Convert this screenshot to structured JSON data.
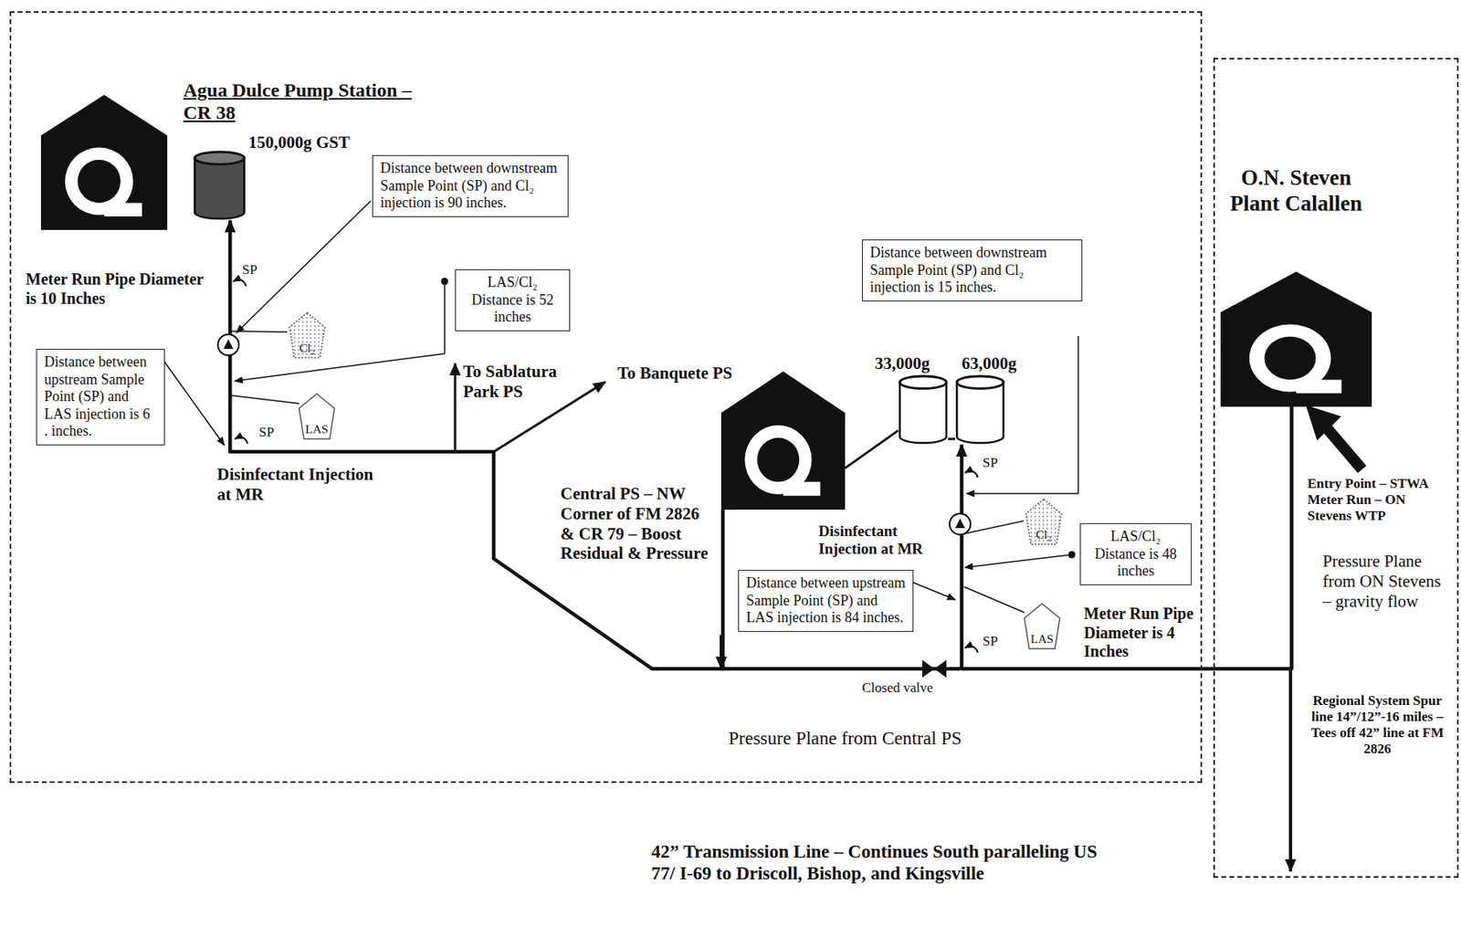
{
  "diagram": {
    "nodes": [
      {
        "text": [
          "Pressure Plane from Central PS"
        ]
      },
      {
        "text": [
          "Agua Dulce Pump Station – CR 38"
        ],
        "in": 0
      },
      {
        "text": [
          "150,000g GST"
        ],
        "in": 0
      },
      {
        "text": [
          "Distance between downstream Sample Point (SP) and Cl₂ injection is 90 inches."
        ],
        "in": 0
      },
      {
        "text": [
          "LAS/Cl₂ Distance is 52 inches"
        ],
        "in": 0
      },
      {
        "text": [
          "Cl₂"
        ],
        "in": 0
      },
      {
        "text": [
          "Distance between upstream Sample Point (SP) and LAS injection is 6 . inches."
        ],
        "in": 0
      },
      {
        "text": [
          "LAS"
        ],
        "in": 0
      },
      {
        "text": [
          "Central PS – NW Corner of FM 2826 & CR 79 – Boost Residual & Pressure"
        ],
        "in": 0
      },
      {
        "text": [
          "33,000g"
        ],
        "in": 0
      },
      {
        "text": [
          "63,000g"
        ],
        "in": 0
      },
      {
        "text": [
          "Distance between downstream Sample Point (SP) and Cl₂ injection is 15 inches."
        ],
        "in": 0
      },
      {
        "text": [
          "Cl₂"
        ],
        "in": 0
      },
      {
        "text": [
          "LAS/Cl₂ Distance is 48 inches"
        ],
        "in": 0
      },
      {
        "text": [
          "Distance between upstream Sample Point (SP) and LAS injection is 84 inches."
        ],
        "in": 0
      },
      {
        "text": [
          "LAS"
        ],
        "in": 0
      },
      {
        "text": [
          "Pressure Plane from ON Stevens – gravity flow"
        ]
      },
      {
        "text": [
          "O.N. Steven Plant Calallen"
        ],
        "in": 16
      }
    ],
    "edges": [
      {
        "from": 8,
        "to": 2,
        "arrow": "to"
      },
      {
        "from": 8,
        "to": 9,
        "arrow": "none"
      },
      {
        "from": 17,
        "to": 10,
        "arrow": "to"
      },
      {
        "from": 9,
        "to": 10,
        "arrow": "none"
      }
    ],
    "labels": [
      "Meter Run Pipe Diameter is 10 Inches",
      "SP",
      "SP",
      "Disinfectant Injection at MR",
      "To Sablatura Park PS",
      "To Banquete PS",
      "SP",
      "Disinfectant Injection at MR",
      "SP",
      "Meter Run Pipe Diameter is 4 Inches",
      "Closed valve",
      "Entry Point – STWA Meter Run – ON Stevens WTP",
      "Regional System Spur line 14”/12”-16 miles – Tees off 42” line at FM 2826",
      "42” Transmission Line – Continues South paralleling US 77/ I-69 to Driscoll, Bishop, and Kingsville"
    ]
  }
}
